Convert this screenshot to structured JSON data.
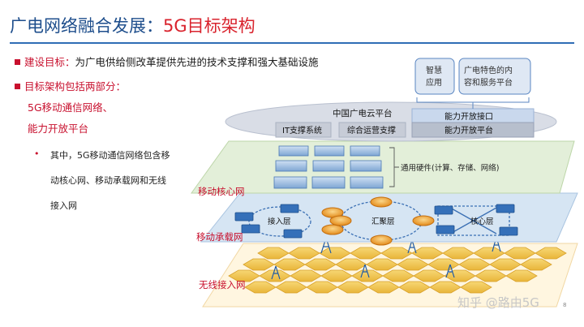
{
  "slide": {
    "title_prefix": "广电网络融合发展：",
    "title_accent": "5G目标架构",
    "page_number": "8",
    "watermark": "知乎 @路由5G"
  },
  "bullets": {
    "goal_label": "建设目标：",
    "goal_text": "为广电供给侧改革提供先进的技术支撑和强大基础设施",
    "parts_heading": "目标架构包括两部分：",
    "part_1": "5G移动通信网络、",
    "part_2": "能力开放平台",
    "sub_line_1": "其中，5G移动通信网络包含移",
    "sub_line_2": "动核心网、移动承载网和无线",
    "sub_line_3": "接入网"
  },
  "diagram": {
    "box_smart_app": [
      "智慧",
      "应用"
    ],
    "box_characteristic": [
      "广电特色的内",
      "容和服务平台"
    ],
    "cloud_platform": "中国广电云平台",
    "it_support": "IT支撑系统",
    "ops_support": "综合运营支撑",
    "capability_interface": "能力开放接口",
    "capability_platform": "能力开放平台",
    "generic_hardware": "通用硬件(计算、存储、网络)",
    "layer_core": "移动核心网",
    "layer_bearer": "移动承载网",
    "layer_ran": "无线接入网",
    "access_layer": "接入层",
    "aggregation_layer": "汇聚层",
    "core_layer": "核心层"
  },
  "colors": {
    "title_blue": "#1e4e8c",
    "accent_red": "#d9232d",
    "layer_red": "#c8102e",
    "core_green": "#d9ead0",
    "bearer_blue": "#bcd3ea",
    "ran_yellow": "#f3c94e"
  }
}
